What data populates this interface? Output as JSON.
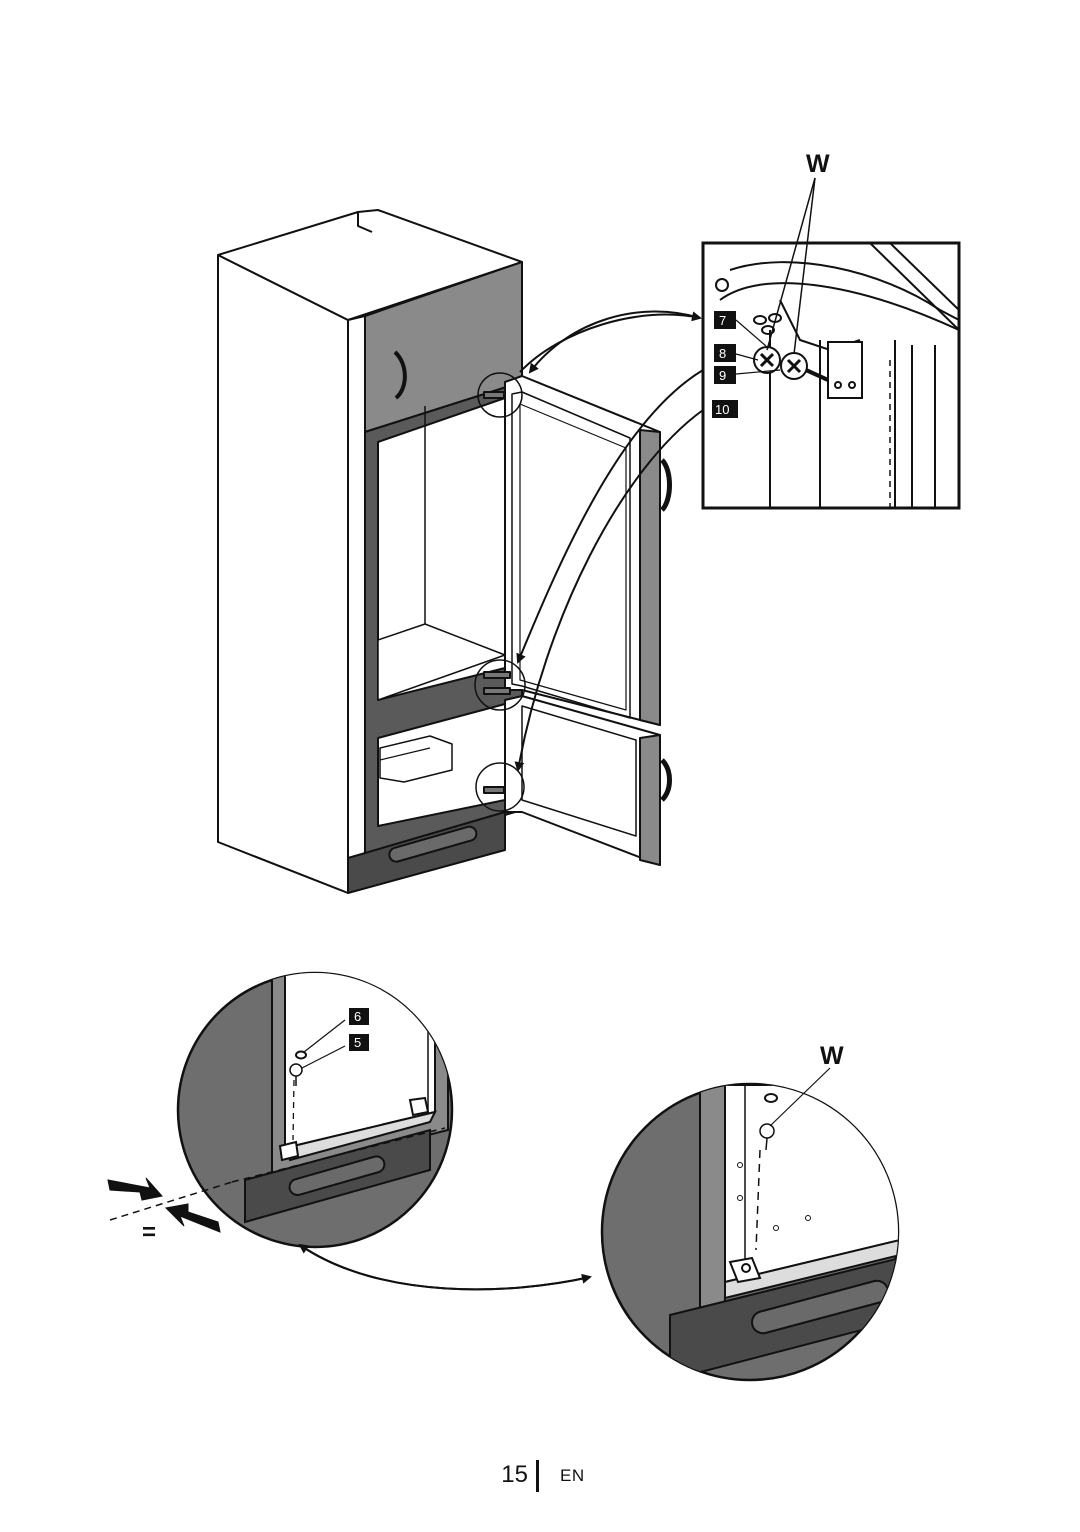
{
  "figure_top": {
    "callout_letter": "W",
    "part_tags": [
      "7",
      "8",
      "9",
      "10"
    ]
  },
  "figure_bottom": {
    "left_detail_tags": [
      "6",
      "5"
    ],
    "spacing_symbol": "=",
    "right_detail_letter": "W"
  },
  "footer": {
    "page_number": "15",
    "language": "EN"
  },
  "colors": {
    "ink": "#111111",
    "panel_dark": "#6e6e6e",
    "panel_mid": "#8a8a8a",
    "plinth": "#4a4a4a"
  }
}
